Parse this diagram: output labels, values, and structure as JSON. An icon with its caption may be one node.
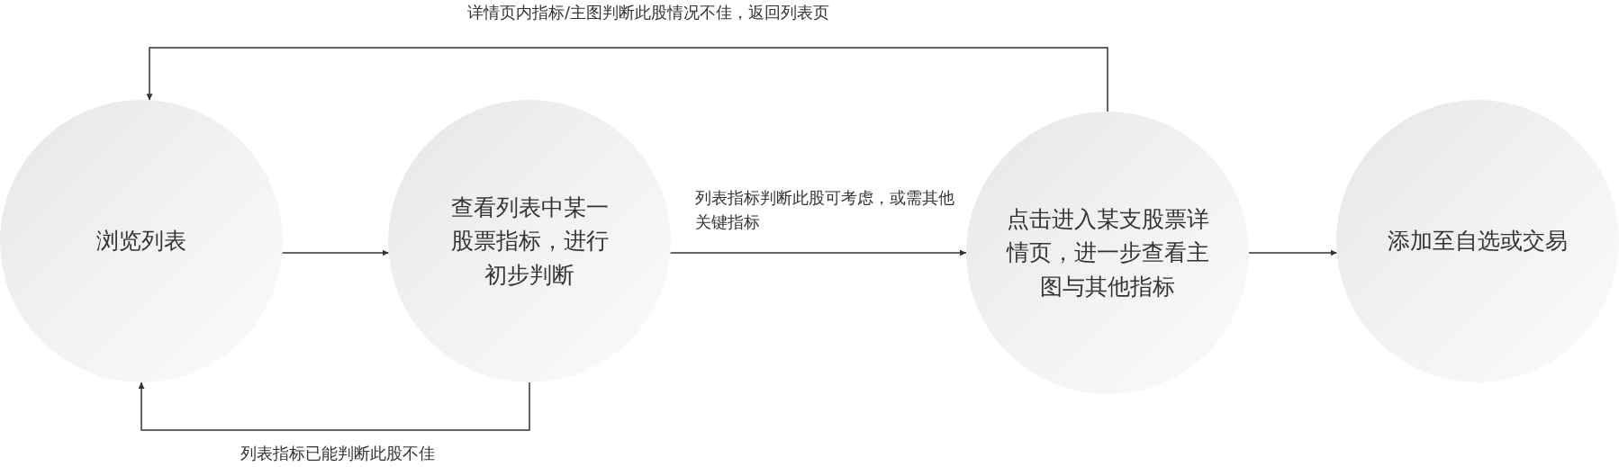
{
  "diagram": {
    "nodes": [
      {
        "text": [
          "浏览列表"
        ]
      },
      {
        "text": [
          "查看列表中某一股票指标，进行初步判断"
        ]
      },
      {
        "text": [
          "点击进入某支股票详情页，进一步查看主图与其他指标"
        ]
      },
      {
        "text": [
          "添加至自选或交易"
        ]
      }
    ],
    "edges": [
      {
        "from": 0,
        "to": 1,
        "arrow": "to"
      },
      {
        "from": 1,
        "to": 2,
        "arrow": "to",
        "label": "列表指标判断此股可考虑，或需其他关键指标"
      },
      {
        "from": 2,
        "to": 3,
        "arrow": "to"
      },
      {
        "from": 2,
        "to": 0,
        "arrow": "to",
        "label": "详情页内指标/主图判断此股情况不佳，返回列表页"
      },
      {
        "from": 1,
        "to": 0,
        "arrow": "to",
        "label": "列表指标已能判断此股不佳"
      }
    ]
  }
}
